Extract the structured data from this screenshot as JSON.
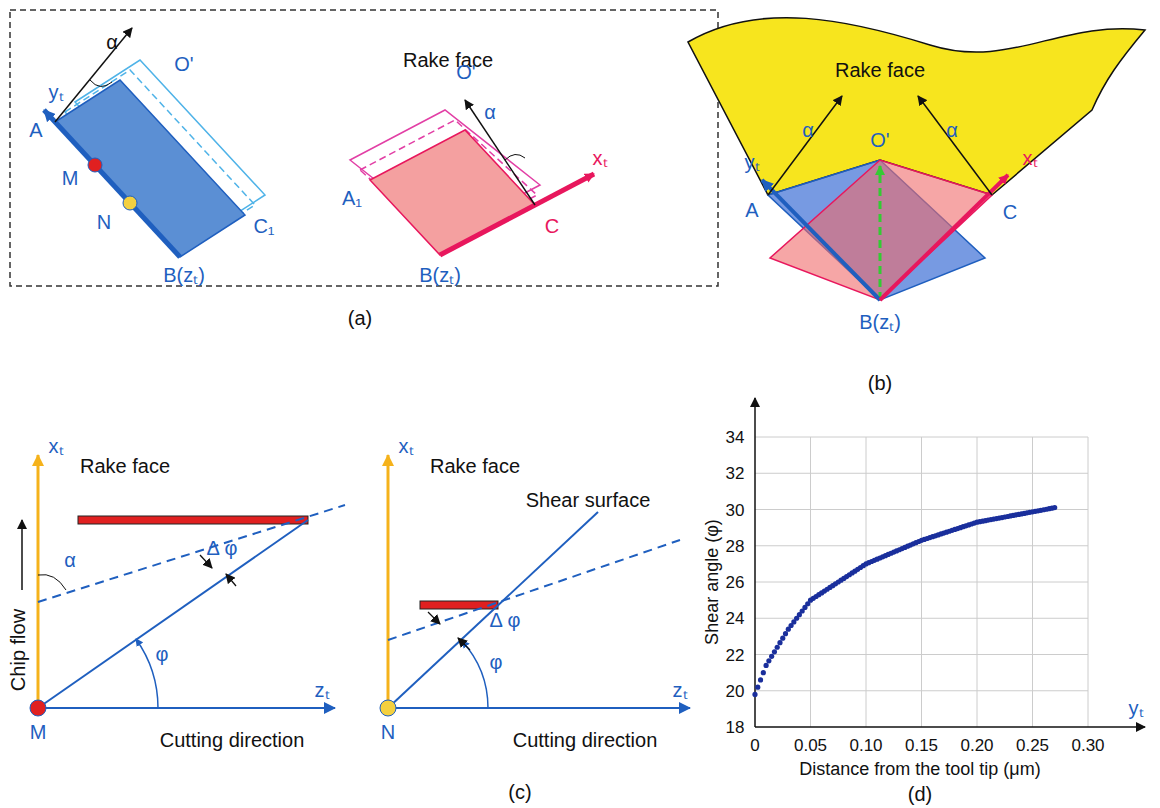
{
  "diagram": {
    "labels": [
      "α",
      "O'",
      "Rake face",
      "yₜ",
      "A",
      "M",
      "N",
      "C₁",
      "B(zₜ)",
      "O'",
      "α",
      "xₜ",
      "C",
      "A₁",
      "B(zₜ)",
      "(a)",
      "Rake face",
      "yₜ",
      "A",
      "α",
      "O'",
      "α",
      "xₜ",
      "C",
      "B(zₜ)",
      "(b)",
      "xₜ",
      "Rake face",
      "Chip flow",
      "α",
      "Δ φ",
      "φ",
      "M",
      "zₜ",
      "Cutting direction",
      "xₜ",
      "Rake face",
      "Shear surface",
      "Δ φ",
      "φ",
      "N",
      "zₜ",
      "Cutting direction",
      "(c)",
      "34",
      "32",
      "30",
      "28",
      "26",
      "24",
      "22",
      "20",
      "18",
      "0",
      "0.05",
      "0.10",
      "0.15",
      "0.20",
      "0.25",
      "0.30",
      "Shear angle (φ)",
      "yₜ",
      "Distance from the tool tip (μm)",
      "(d)"
    ]
  }
}
